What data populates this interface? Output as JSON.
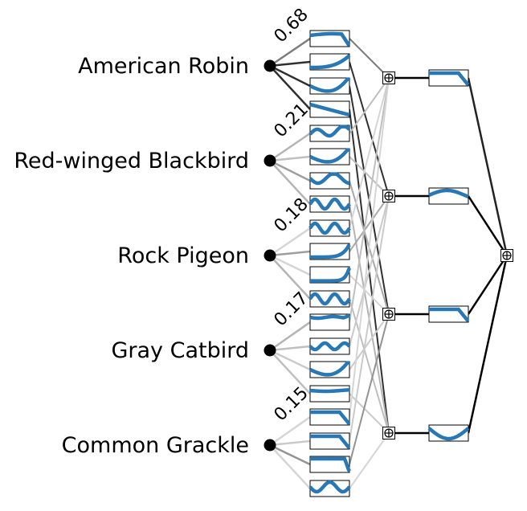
{
  "classes": [
    {
      "label": "American Robin",
      "score": "0.68"
    },
    {
      "label": "Red-winged Blackbird",
      "score": "0.21"
    },
    {
      "label": "Rock Pigeon",
      "score": "0.18"
    },
    {
      "label": "Gray Catbird",
      "score": "0.17"
    },
    {
      "label": "Common Grackle",
      "score": "0.15"
    }
  ],
  "plus_symbol": "⊕",
  "colors": {
    "curve": "#2878b5",
    "edge": "#000000",
    "node": "#000000"
  },
  "shape_functions": [
    "hump-drop",
    "rise",
    "dip-rise",
    "fall",
    "wave-rise",
    "dip-rise",
    "dip-wave",
    "wave",
    "wave",
    "flat-rise",
    "flat-rise-late",
    "wave",
    "flat-rise-sharp",
    "wave-small",
    "dip-rise",
    "flat",
    "flat-drop",
    "flat-drop",
    "flat-drop-late",
    "wave-drop"
  ],
  "aggregate_shapes": [
    "flat-drop",
    "hump",
    "flat-drop",
    "u-shape"
  ],
  "edges_class_to_shape": [
    {
      "class": 0,
      "shape": 0,
      "weight": 0.5
    },
    {
      "class": 0,
      "shape": 1,
      "weight": 0.85
    },
    {
      "class": 0,
      "shape": 2,
      "weight": 0.85
    },
    {
      "class": 0,
      "shape": 3,
      "weight": 0.85
    },
    {
      "class": 1,
      "shape": 4,
      "weight": 0.25
    },
    {
      "class": 1,
      "shape": 5,
      "weight": 0.2
    },
    {
      "class": 1,
      "shape": 6,
      "weight": 0.35
    },
    {
      "class": 1,
      "shape": 7,
      "weight": 0.25
    },
    {
      "class": 2,
      "shape": 8,
      "weight": 0.1
    },
    {
      "class": 2,
      "shape": 9,
      "weight": 0.35
    },
    {
      "class": 2,
      "shape": 10,
      "weight": 0.1
    },
    {
      "class": 2,
      "shape": 11,
      "weight": 0.25
    },
    {
      "class": 3,
      "shape": 12,
      "weight": 0.25
    },
    {
      "class": 3,
      "shape": 13,
      "weight": 0.2
    },
    {
      "class": 3,
      "shape": 14,
      "weight": 0.15
    },
    {
      "class": 3,
      "shape": 15,
      "weight": 0.2
    },
    {
      "class": 4,
      "shape": 16,
      "weight": 0.1
    },
    {
      "class": 4,
      "shape": 17,
      "weight": 0.15
    },
    {
      "class": 4,
      "shape": 18,
      "weight": 0.4
    },
    {
      "class": 4,
      "shape": 19,
      "weight": 0.1
    }
  ],
  "edges_shape_to_sum": [
    {
      "shape": 0,
      "sum": 0,
      "weight": 0.5
    },
    {
      "shape": 1,
      "sum": 1,
      "weight": 0.85
    },
    {
      "shape": 2,
      "sum": 2,
      "weight": 0.85
    },
    {
      "shape": 3,
      "sum": 3,
      "weight": 0.85
    },
    {
      "shape": 4,
      "sum": 0,
      "weight": 0.2
    },
    {
      "shape": 5,
      "sum": 1,
      "weight": 0.2
    },
    {
      "shape": 6,
      "sum": 2,
      "weight": 0.3
    },
    {
      "shape": 7,
      "sum": 3,
      "weight": 0.25
    },
    {
      "shape": 8,
      "sum": 0,
      "weight": 0.1
    },
    {
      "shape": 9,
      "sum": 1,
      "weight": 0.3
    },
    {
      "shape": 10,
      "sum": 2,
      "weight": 0.1
    },
    {
      "shape": 11,
      "sum": 3,
      "weight": 0.2
    },
    {
      "shape": 12,
      "sum": 0,
      "weight": 0.2
    },
    {
      "shape": 13,
      "sum": 1,
      "weight": 0.15
    },
    {
      "shape": 14,
      "sum": 2,
      "weight": 0.15
    },
    {
      "shape": 15,
      "sum": 3,
      "weight": 0.15
    },
    {
      "shape": 16,
      "sum": 0,
      "weight": 0.1
    },
    {
      "shape": 17,
      "sum": 1,
      "weight": 0.15
    },
    {
      "shape": 18,
      "sum": 2,
      "weight": 0.4
    },
    {
      "shape": 19,
      "sum": 3,
      "weight": 0.1
    }
  ]
}
